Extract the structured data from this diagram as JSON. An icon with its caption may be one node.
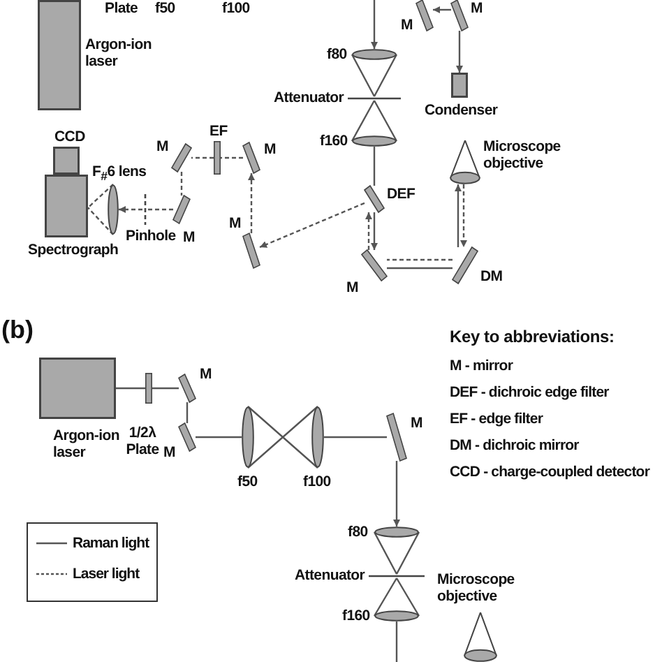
{
  "diagram": {
    "nodes": [
      {
        "text": [],
        "shape": "box",
        "beside": [
          "Argon-ion laser"
        ]
      },
      {
        "text": [],
        "shape": "bar",
        "beside": [
          "M"
        ]
      },
      {
        "text": [],
        "shape": "bar",
        "beside": [
          "M"
        ]
      },
      {
        "text": [],
        "shape": "ellipse",
        "beside": [
          "f80"
        ]
      },
      {
        "text": [],
        "shape": "box",
        "beside": [
          "Condenser"
        ]
      },
      {
        "text": [],
        "shape": "line",
        "beside": [
          "Attenuator"
        ]
      },
      {
        "text": [],
        "shape": "box",
        "beside": [
          "CCD"
        ]
      },
      {
        "text": [],
        "shape": "ellipse",
        "beside": [
          "f160"
        ]
      },
      {
        "text": [],
        "shape": "cone",
        "beside": [
          "Microscope objective"
        ]
      },
      {
        "text": [],
        "shape": "bar",
        "beside": [
          "EF"
        ]
      },
      {
        "text": [],
        "shape": "bar",
        "beside": [
          "M"
        ]
      },
      {
        "text": [],
        "shape": "bar",
        "beside": [
          "M"
        ]
      },
      {
        "text": [],
        "shape": "ellipse",
        "beside": [
          "F$_{#}$6 lens"
        ]
      },
      {
        "text": [],
        "shape": "box",
        "beside": [
          "Spectrograph"
        ]
      },
      {
        "text": [],
        "shape": "bar",
        "beside": [
          "DEF"
        ]
      },
      {
        "text": [],
        "shape": "line",
        "beside": [
          "Pinhole"
        ]
      },
      {
        "text": [],
        "shape": "bar",
        "beside": [
          "M"
        ]
      },
      {
        "text": [],
        "shape": "bar",
        "beside": [
          "M"
        ]
      },
      {
        "text": [],
        "shape": "bar",
        "beside": [
          "M"
        ]
      },
      {
        "text": [],
        "shape": "bar",
        "beside": [
          "DM"
        ]
      },
      {
        "text": [],
        "shape": "box",
        "beside": [
          "Argon-ion laser"
        ]
      },
      {
        "text": [],
        "shape": "bar",
        "beside": [
          "1/2λ Plate"
        ]
      },
      {
        "text": [],
        "shape": "bar",
        "beside": [
          "M"
        ]
      },
      {
        "text": [],
        "shape": "bar",
        "beside": [
          "M"
        ]
      },
      {
        "text": [],
        "shape": "ellipse",
        "beside": [
          "f50"
        ]
      },
      {
        "text": [],
        "shape": "ellipse",
        "beside": [
          "f100"
        ]
      },
      {
        "text": [],
        "shape": "bar",
        "beside": [
          "M"
        ]
      },
      {
        "text": [],
        "shape": "ellipse",
        "beside": [
          "f80"
        ]
      },
      {
        "text": [],
        "shape": "line",
        "beside": [
          "Attenuator"
        ]
      },
      {
        "text": [],
        "shape": "ellipse",
        "beside": [
          "f160"
        ]
      },
      {
        "text": [],
        "shape": "cone",
        "beside": [
          "Microscope objective"
        ]
      }
    ],
    "edges": [
      {
        "from": null,
        "to": 3,
        "arrow": "to"
      },
      {
        "from": 2,
        "to": 1,
        "arrow": "to"
      },
      {
        "from": 2,
        "to": 4,
        "arrow": "to"
      },
      {
        "from": 3,
        "to": 5,
        "arrow": "none"
      },
      {
        "from": 5,
        "to": 7,
        "arrow": "none"
      },
      {
        "from": 7,
        "to": 14,
        "arrow": "none"
      },
      {
        "from": 14,
        "to": 18,
        "arrow": "to"
      },
      {
        "from": 18,
        "to": 14,
        "arrow": "to",
        "style": "dashed"
      },
      {
        "from": 18,
        "to": 19,
        "arrow": "none"
      },
      {
        "from": 19,
        "to": 18,
        "arrow": "none",
        "style": "dashed"
      },
      {
        "from": 19,
        "to": 8,
        "arrow": "to"
      },
      {
        "from": 8,
        "to": 19,
        "arrow": "to",
        "style": "dashed"
      },
      {
        "from": 14,
        "to": 17,
        "arrow": "to",
        "style": "dashed"
      },
      {
        "from": 17,
        "to": 11,
        "arrow": "to",
        "style": "dashed"
      },
      {
        "from": 11,
        "to": 9,
        "arrow": "none",
        "style": "dashed"
      },
      {
        "from": 9,
        "to": 10,
        "arrow": "none",
        "style": "dashed"
      },
      {
        "from": 10,
        "to": 16,
        "arrow": "none",
        "style": "dashed"
      },
      {
        "from": 16,
        "to": 15,
        "arrow": "none",
        "style": "dashed"
      },
      {
        "from": 15,
        "to": 12,
        "arrow": "to",
        "style": "dashed"
      },
      {
        "from": 12,
        "to": 13,
        "arrow": "none",
        "style": "dashed"
      },
      {
        "from": 20,
        "to": 21,
        "arrow": "none"
      },
      {
        "from": 21,
        "to": 22,
        "arrow": "none"
      },
      {
        "from": 22,
        "to": 23,
        "arrow": "none"
      },
      {
        "from": 23,
        "to": 24,
        "arrow": "none"
      },
      {
        "from": 24,
        "to": 25,
        "arrow": "none"
      },
      {
        "from": 25,
        "to": 26,
        "arrow": "none"
      },
      {
        "from": 26,
        "to": 27,
        "arrow": "to"
      },
      {
        "from": 27,
        "to": 28,
        "arrow": "none"
      },
      {
        "from": 28,
        "to": 29,
        "arrow": "none"
      },
      {
        "from": 29,
        "to": null,
        "arrow": "none"
      }
    ],
    "labels": [
      "Plate",
      "f50",
      "f100",
      "(b)",
      "Key to abbreviations:",
      "M - mirror",
      "DEF - dichroic edge filter",
      "EF - edge filter",
      "DM - dichroic mirror",
      "CCD - charge-coupled detector"
    ],
    "legend": [
      {
        "text": "Raman light"
      },
      {
        "text": "Laser light"
      }
    ]
  }
}
